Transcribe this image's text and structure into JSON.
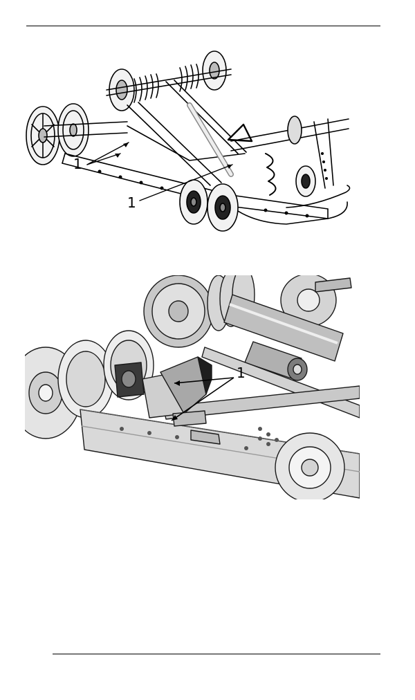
{
  "figures": [
    {
      "callout": "1",
      "callout_second": "1"
    },
    {
      "callout": "1"
    }
  ]
}
